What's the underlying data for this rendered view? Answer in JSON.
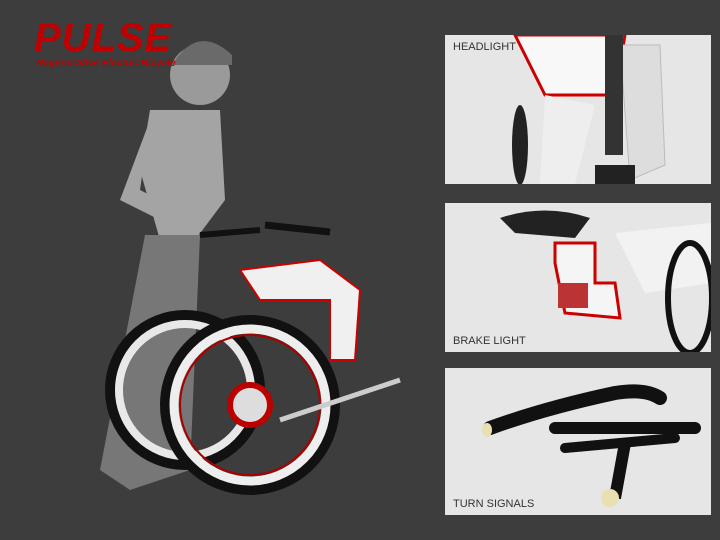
{
  "header": {
    "title": "PULSE",
    "subtitle": "Regenerative Electric Bicycle"
  },
  "panels": [
    {
      "label": "HEADLIGHT"
    },
    {
      "label": "BRAKE LIGHT"
    },
    {
      "label": "TURN SIGNALS"
    }
  ],
  "colors": {
    "background": "#3d3d3d",
    "accent": "#c00000",
    "panel": "#e6e6e6"
  }
}
